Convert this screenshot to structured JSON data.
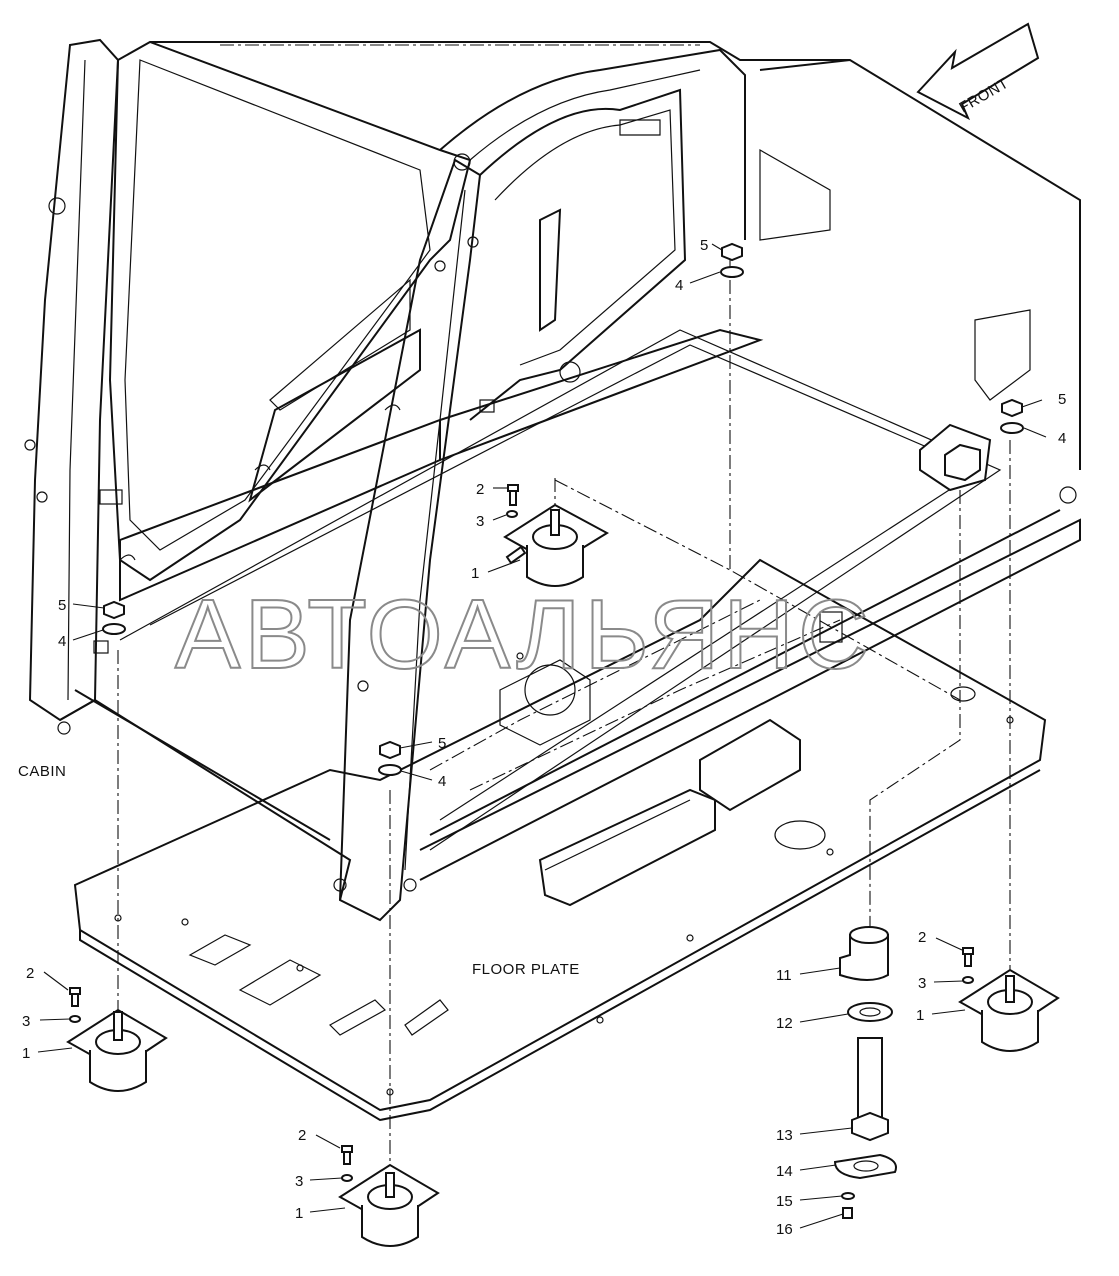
{
  "labels": {
    "front": "FRONT",
    "cabin": "CABIN",
    "floor_plate": "FLOOR PLATE"
  },
  "watermark": "АВТОАЛЬЯНС",
  "callouts": [
    "5",
    "4",
    "2",
    "3",
    "1",
    "5",
    "4",
    "5",
    "4",
    "5",
    "4",
    "2",
    "3",
    "1",
    "2",
    "3",
    "1",
    "2",
    "3",
    "1",
    "11",
    "12",
    "13",
    "14",
    "15",
    "16"
  ]
}
